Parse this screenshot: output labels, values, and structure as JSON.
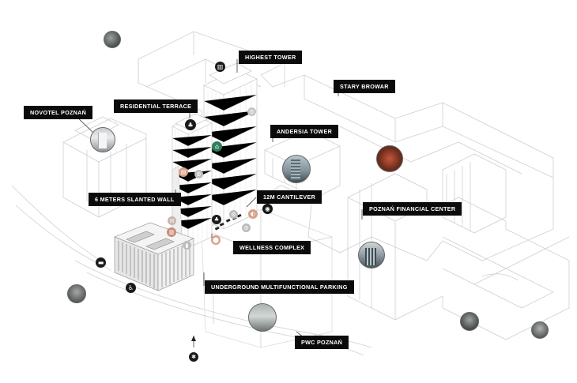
{
  "labels": {
    "highest_tower": "HIGHEST TOWER",
    "stary_browar": "STARY BROWAR",
    "novotel": "NOVOTEL POZNAŃ",
    "residential_terrace": "RESIDENTIAL TERRACE",
    "andersia_tower": "ANDERSIA TOWER",
    "slanted_wall": "6 METERS SLANTED WALL",
    "cantilever": "12M CANTILEVER",
    "financial_center": "POZNAŃ FINANCIAL CENTER",
    "wellness": "WELLNESS COMPLEX",
    "parking": "UNDERGROUND MULTIFUNCTIONAL PARKING",
    "pwc": "PWC POZNAŃ"
  },
  "icons": {
    "residential": "people-icon",
    "home": "home-icon",
    "eye": "eye-icon",
    "car": "car-icon",
    "wheelchair": "accessibility-icon",
    "north": "north-arrow-icon",
    "building": "building-icon"
  },
  "colors": {
    "label_bg": "#0b0b0b",
    "label_text": "#ffffff",
    "line": "#c9c9c9",
    "accent_green": "#2e7d5b",
    "icon_gray": "#8c8c8c",
    "icon_salmon": "#d9a08a"
  }
}
